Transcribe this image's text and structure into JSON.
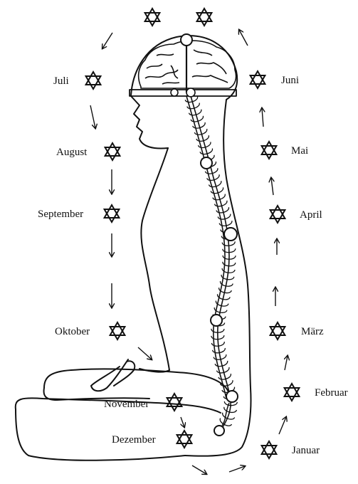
{
  "months": {
    "juli": "Juli",
    "august": "August",
    "september": "September",
    "oktober": "Oktober",
    "november": "November",
    "dezember": "Dezember",
    "januar": "Januar",
    "februar": "Februar",
    "maerz": "März",
    "april": "April",
    "mai": "Mai",
    "juni": "Juni"
  },
  "colors": {
    "ink": "#111111",
    "paper": "#ffffff"
  },
  "icons": {
    "month_marker": "star-of-david-icon",
    "direction": "arrow-icon"
  }
}
